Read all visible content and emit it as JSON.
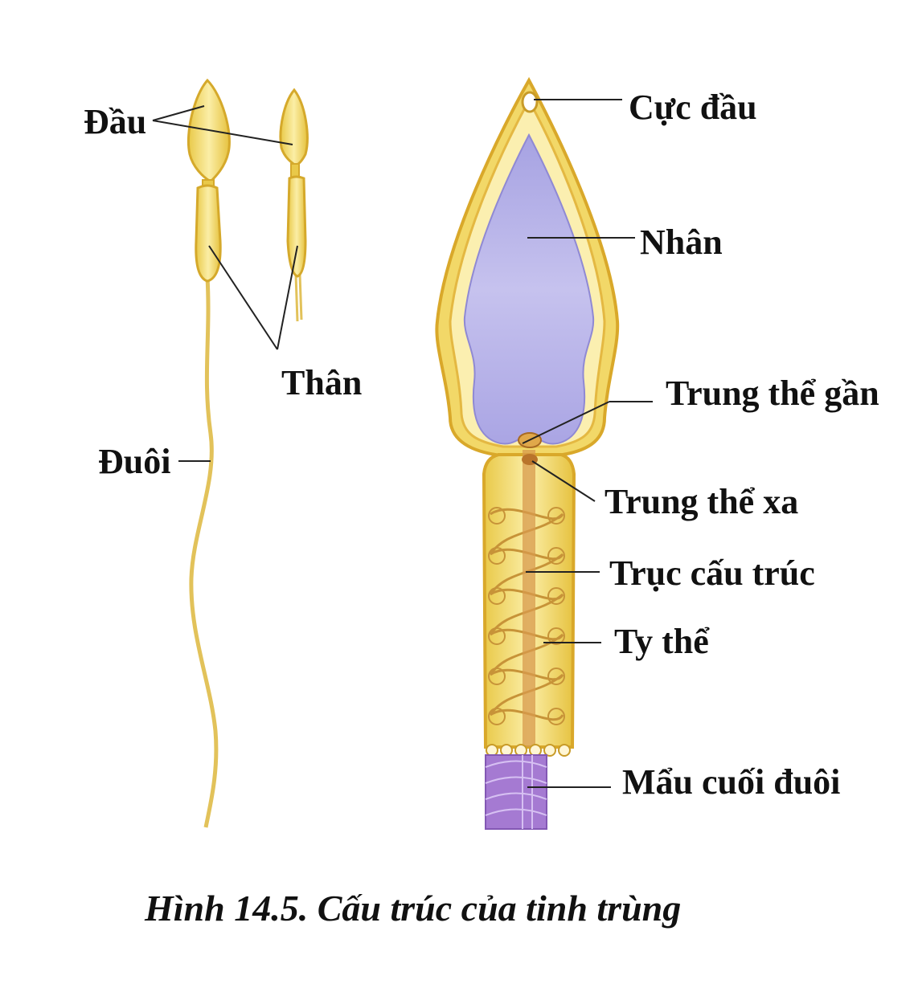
{
  "labels": {
    "dau": "Đầu",
    "than": "Thân",
    "duoi": "Đuôi",
    "cuc_dau": "Cực đầu",
    "nhan": "Nhân",
    "trung_the_gan": "Trung thể gần",
    "trung_the_xa": "Trung thể xa",
    "truc_cau_truc": "Trục cấu trúc",
    "ty_the": "Ty thể",
    "mau_cuoi_duoi": "Mẩu cuối đuôi"
  },
  "caption": "Hình 14.5. Cấu trúc của tinh trùng",
  "colors": {
    "yellow_fill": "#f2dc7a",
    "yellow_outline": "#d8ad2a",
    "nucleus": "#b7b3e8",
    "axis": "#c98a3a",
    "tail_end": "#a57ad2",
    "leader": "#222222"
  }
}
